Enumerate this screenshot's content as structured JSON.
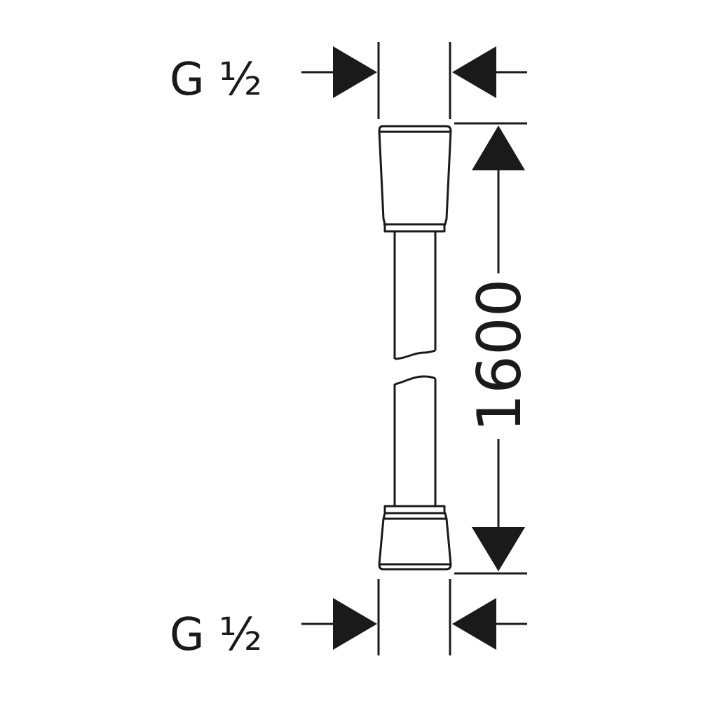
{
  "drawing": {
    "top_connection_label": "G ½",
    "bottom_connection_label": "G ½",
    "length_dimension": "1600"
  },
  "colors": {
    "line": "#1a1a1a",
    "background": "#ffffff"
  }
}
